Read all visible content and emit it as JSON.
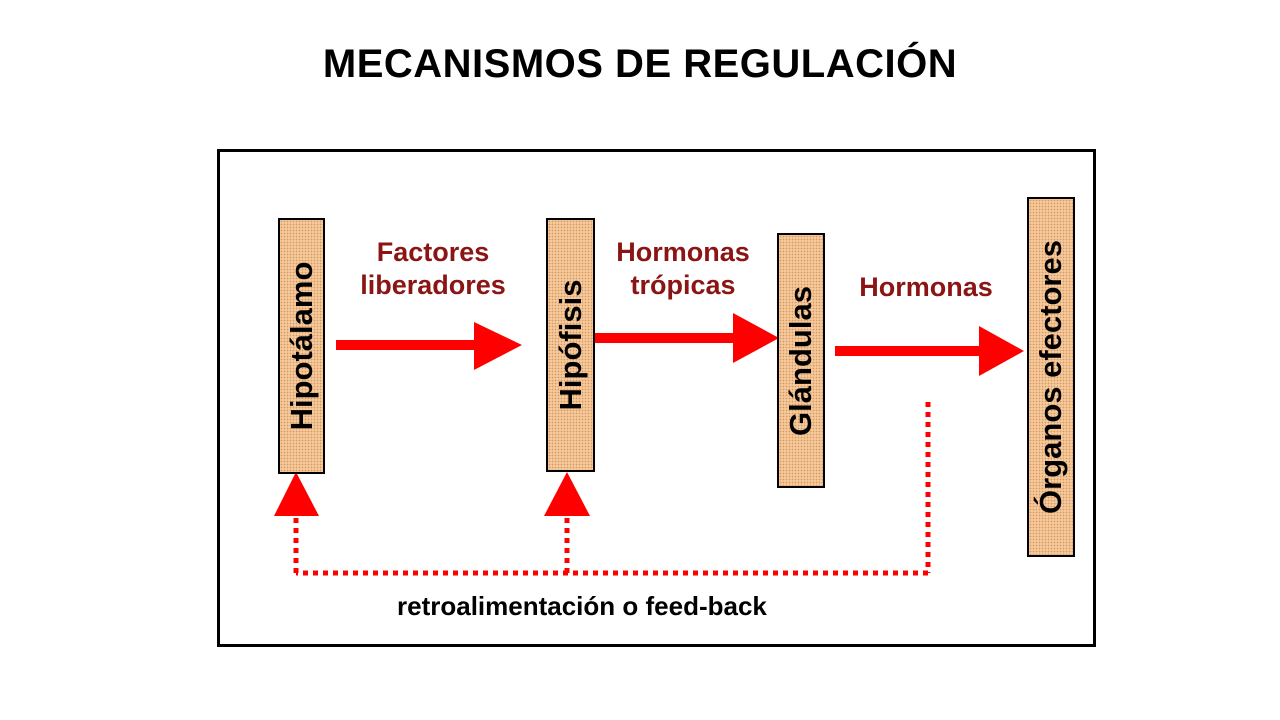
{
  "title": "MECANISMOS DE REGULACIÓN",
  "nodes": {
    "hipotalamo": "Hipotálamo",
    "hipofisis": "Hipófisis",
    "glandulas": "Glándulas",
    "organos": "Órganos efectores"
  },
  "arrows": {
    "factores": [
      "Factores",
      "liberadores"
    ],
    "tropicas": [
      "Hormonas",
      "trópicas"
    ],
    "hormonas": "Hormonas"
  },
  "feedback": "retroalimentación o feed-back",
  "colors": {
    "arrow": "#ff0000",
    "label_text": "#8b1414",
    "box_fill": "#f6c89a"
  }
}
